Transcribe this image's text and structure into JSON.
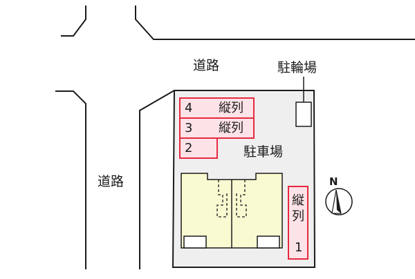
{
  "map": {
    "road_top_label": "道路",
    "road_left_label": "道路",
    "bicycle_parking_label": "駐輪場",
    "parking_label": "駐車場",
    "north_label": "N",
    "parking_slots": [
      {
        "number": "4",
        "text": "縦列"
      },
      {
        "number": "3",
        "text": "縦列"
      },
      {
        "number": "2",
        "text": ""
      },
      {
        "number": "1",
        "text": "縦列"
      }
    ]
  },
  "colors": {
    "lot_fill": "#efefef",
    "lot_border": "#1a1a1a",
    "slot_border": "#e8283f",
    "slot_fill": "#fbe3e7",
    "building_fill": "#fafad2",
    "line": "#1a1a1a"
  }
}
